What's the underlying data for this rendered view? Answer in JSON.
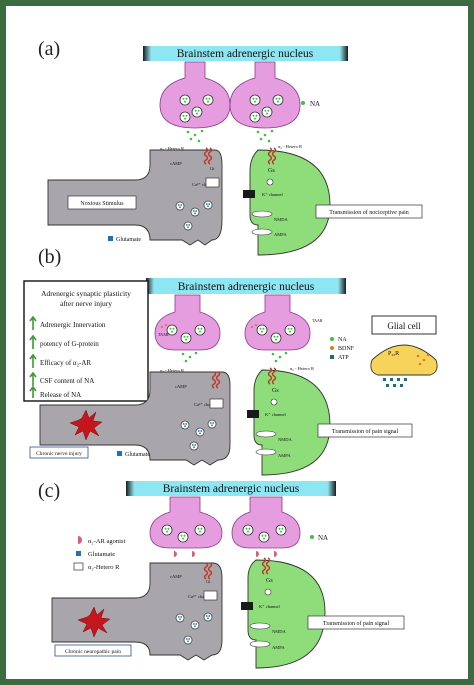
{
  "panels": [
    {
      "letter": "(a)",
      "title": "Brainstem adrenergic nucleus",
      "legend_na": "NA",
      "receptor_label_left": "α₂ - Hetero R",
      "receptor_label_right": "α₂ - Hetero R",
      "camp": "cAMP",
      "gi": "Gi",
      "ca_channel": "Ca²⁺ channel",
      "gs": "Gs",
      "k_channel": "K⁺ channel",
      "nmda": "NMDA",
      "ampa": "AMPA",
      "stimulus_box": "Noxious Stimulus",
      "signal_box": "Transmission of nociceptive pain",
      "glutamate_legend": "Glutamate"
    },
    {
      "letter": "(b)",
      "title": "Brainstem adrenergic nucleus",
      "plasticity_title_line1": "Adrenergic synaptic plasticity",
      "plasticity_title_line2": "after nerve injury",
      "plasticity_items": [
        "Adrenergic Innervation",
        "potency of G-protein",
        "Efficacy of α₂-AR",
        "CSF content of NA",
        "Release of NA"
      ],
      "legend": [
        "NA",
        "BDNF",
        "ATP"
      ],
      "glial_label": "Glial cell",
      "p2x_label": "P₂ₓR",
      "taar_label": "TAAR",
      "receptor_label_left": "α₂ - Hetero R",
      "receptor_label_right": "α₂ - Hetero R",
      "camp": "cAMP",
      "ca_channel": "Ca²⁺ channel",
      "gs": "Gs",
      "k_channel": "K⁺ channel",
      "nmda": "NMDA",
      "ampa": "AMPA",
      "injury_box": "Chronic nerve injury",
      "glutamate_legend": "Glutamate",
      "signal_box": "Transmission of pain signal"
    },
    {
      "letter": "(c)",
      "title": "Brainstem adrenergic nucleus",
      "legend_na": "NA",
      "legend_items": [
        "α₂-AR agonist",
        "Glutamate",
        "α₂-Hetero R"
      ],
      "camp": "cAMP",
      "gi": "Gi",
      "ca_channel": "Ca²⁺ channel",
      "gs": "Gs",
      "k_channel": "K⁺ channel",
      "nmda": "NMDA",
      "ampa": "AMPA",
      "signal_box": "Transmission of pain signal",
      "pain_box": "Chronic neuropathic pain"
    }
  ],
  "colors": {
    "frame": "#3d6b40",
    "title_bar": "#8ee6f2",
    "title_bar_end": "#1a1a1a",
    "presynaptic": "#e59de0",
    "presynaptic_stroke": "#8a3a8a",
    "dorsal_neuron": "#a9a6ab",
    "postsynaptic": "#8fdc7b",
    "na_dot": "#3cc13c",
    "glutamate": "#1a73b8",
    "receptor": "#c0392b",
    "glial": "#f6d35b",
    "bdnf": "#e07a2e",
    "atp": "#1f6e73",
    "injury": "#c4161c"
  },
  "icons": [
    "up-arrow-icon",
    "down-arrow-icon",
    "explosion-icon",
    "vesicle-icon",
    "receptor-icon"
  ]
}
